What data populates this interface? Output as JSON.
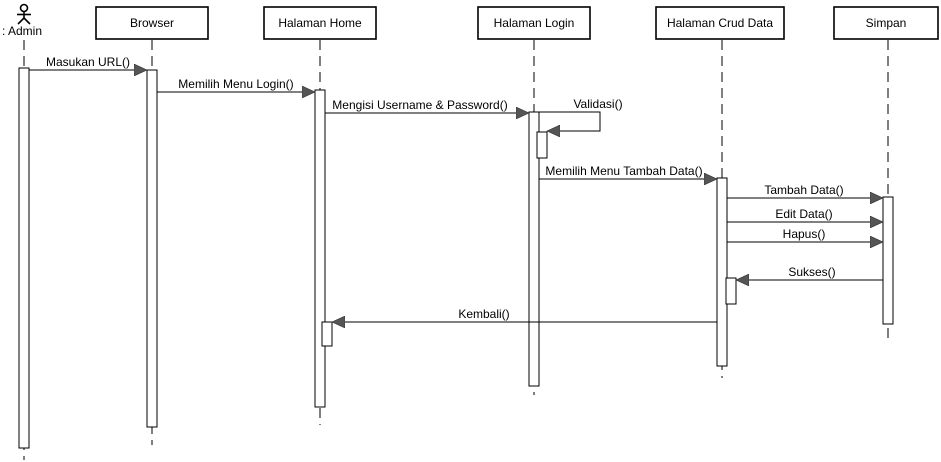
{
  "actor": {
    "name": ": Admin"
  },
  "lifelines": [
    {
      "id": "browser",
      "label": "Browser"
    },
    {
      "id": "home",
      "label": "Halaman Home"
    },
    {
      "id": "login",
      "label": "Halaman Login"
    },
    {
      "id": "crud",
      "label": "Halaman Crud Data"
    },
    {
      "id": "simpan",
      "label": "Simpan"
    }
  ],
  "messages": [
    {
      "id": "m1",
      "label": "Masukan URL()",
      "from": "actor",
      "to": "browser"
    },
    {
      "id": "m2",
      "label": "Memilih Menu Login()",
      "from": "browser",
      "to": "home"
    },
    {
      "id": "m3",
      "label": "Mengisi Username & Password()",
      "from": "home",
      "to": "login"
    },
    {
      "id": "m4",
      "label": "Validasi()",
      "from": "login",
      "to": "login"
    },
    {
      "id": "m5",
      "label": "Memilih Menu Tambah Data()",
      "from": "login",
      "to": "crud"
    },
    {
      "id": "m6",
      "label": "Tambah Data()",
      "from": "crud",
      "to": "simpan"
    },
    {
      "id": "m7",
      "label": "Edit Data()",
      "from": "crud",
      "to": "simpan"
    },
    {
      "id": "m8",
      "label": "Hapus()",
      "from": "crud",
      "to": "simpan"
    },
    {
      "id": "m9",
      "label": "Sukses()",
      "from": "simpan",
      "to": "crud"
    },
    {
      "id": "m10",
      "label": "Kembali()",
      "from": "crud",
      "to": "home"
    }
  ]
}
